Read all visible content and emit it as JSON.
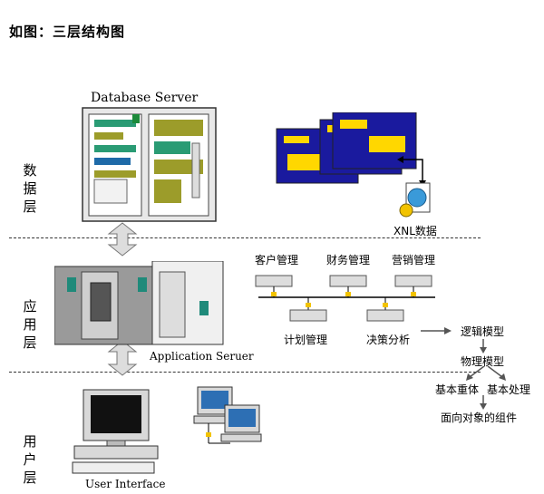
{
  "title": "如图：三层结构图",
  "layers": {
    "data": "数据层",
    "app": "应用层",
    "user": "用户层"
  },
  "database_server_label": "Database Server",
  "application_server_label": "Application Seruer",
  "user_interface_label": "User Interface",
  "xnl_label": "XNL数据",
  "modules_top": [
    "客户管理",
    "财务管理",
    "营销管理"
  ],
  "modules_bottom": [
    "计划管理",
    "决策分析"
  ],
  "model_chain": {
    "logic": "逻辑模型",
    "physical": "物理模型",
    "entity": "基本重体",
    "process": "基本处理",
    "component": "面向对象的组件"
  }
}
